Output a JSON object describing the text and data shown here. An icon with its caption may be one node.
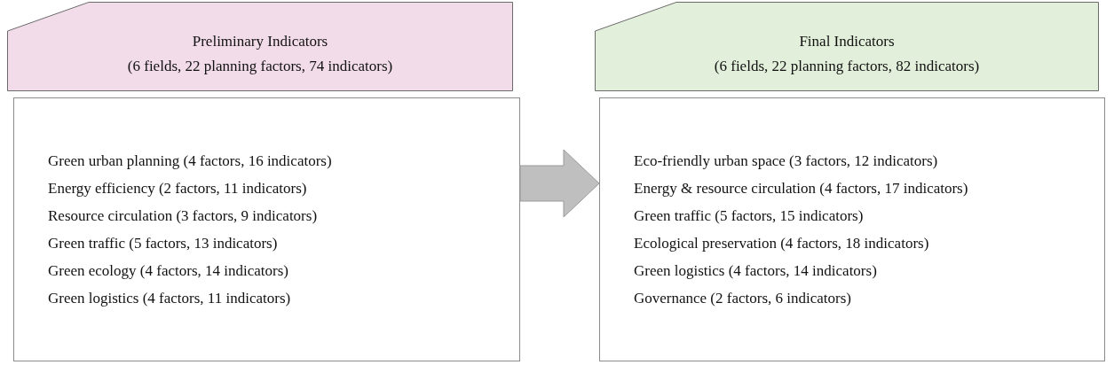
{
  "diagram": {
    "nodes": [
      {
        "text": [
          "Preliminary Indicators",
          "(6 fields, 22 planning factors, 74 indicators)"
        ]
      },
      {
        "text": [
          "Green urban planning (4 factors, 16 indicators)",
          "Energy efficiency (2 factors, 11 indicators)",
          "Resource circulation (3 factors, 9 indicators)",
          "Green traffic (5 factors, 13 indicators)",
          "Green ecology (4 factors, 14 indicators)",
          "Green logistics (4 factors, 11 indicators)"
        ]
      },
      {
        "text": [
          "Final Indicators",
          "(6 fields, 22 planning factors, 82 indicators)"
        ]
      },
      {
        "text": [
          "Eco-friendly urban space (3 factors, 12 indicators)",
          "Energy & resource circulation (4 factors, 17 indicators)",
          "Green traffic (5 factors, 15 indicators)",
          "Ecological preservation (4 factors, 18 indicators)",
          "Green logistics (4 factors, 14 indicators)",
          "Governance (2 factors, 6 indicators)"
        ]
      }
    ],
    "edges": [
      {
        "from": 1,
        "to": 3,
        "arrow": "to",
        "style": "thick",
        "color": "#bfbfbf"
      }
    ]
  }
}
